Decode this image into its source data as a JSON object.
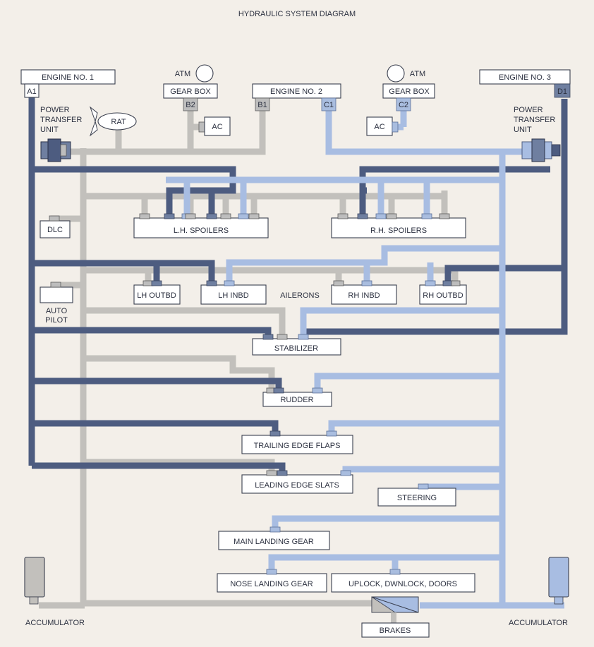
{
  "title": "HYDRAULIC SYSTEM DIAGRAM",
  "colors": {
    "system_a": "#4d5c80",
    "system_b": "#c2c0bc",
    "system_c": "#a8bde2",
    "background": "#f3efe9"
  },
  "engines": {
    "engine1": "ENGINE NO. 1",
    "engine2": "ENGINE NO. 2",
    "engine3": "ENGINE NO. 3"
  },
  "ports": {
    "a1": "A1",
    "b1": "B1",
    "b2": "B2",
    "c1": "C1",
    "c2": "C2",
    "d1": "D1"
  },
  "gearbox": {
    "left_label": "GEAR BOX",
    "right_label": "GEAR BOX",
    "atm_left": "ATM",
    "atm_right": "ATM",
    "ac_left": "AC",
    "ac_right": "AC"
  },
  "ptu": {
    "left": [
      "POWER",
      "TRANSFER",
      "UNIT"
    ],
    "right": [
      "POWER",
      "TRANSFER",
      "UNIT"
    ]
  },
  "rat": "RAT",
  "components": {
    "lh_spoilers": "L.H. SPOILERS",
    "rh_spoilers": "R.H. SPOILERS",
    "dlc": "DLC",
    "lh_outbd": "LH OUTBD",
    "lh_inbd": "LH INBD",
    "ailerons": "AILERONS",
    "rh_inbd": "RH INBD",
    "rh_outbd": "RH OUTBD",
    "autopilot": [
      "AUTO",
      "PILOT"
    ],
    "stabilizer": "STABILIZER",
    "rudder": "RUDDER",
    "te_flaps": "TRAILING EDGE FLAPS",
    "le_slats": "LEADING EDGE SLATS",
    "steering": "STEERING",
    "main_gear": "MAIN LANDING GEAR",
    "nose_gear": "NOSE LANDING GEAR",
    "uplock": "UPLOCK, DWNLOCK, DOORS",
    "brakes": "BRAKES"
  },
  "accumulators": {
    "left": "ACCUMULATOR",
    "right": "ACCUMULATOR"
  }
}
